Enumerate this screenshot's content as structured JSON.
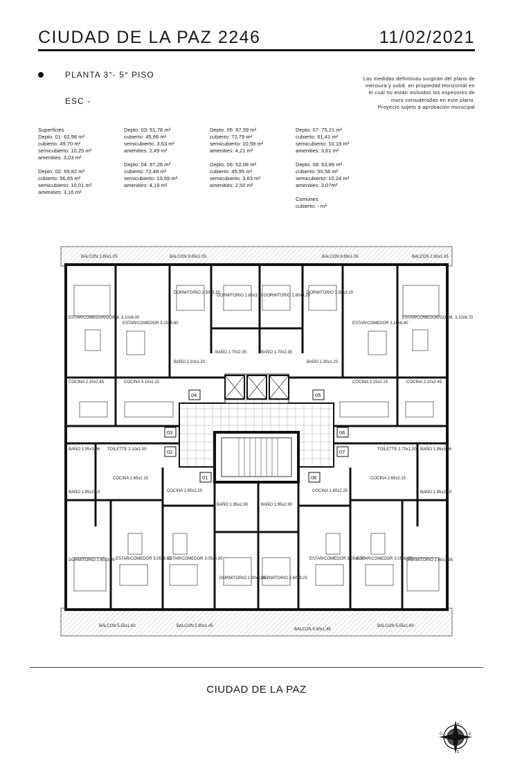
{
  "header": {
    "title": "CIUDAD DE LA PAZ 2246",
    "date": "11/02/2021"
  },
  "planta": "PLANTA 3°- 5° PISO",
  "esc": "ESC -",
  "disclaimer": [
    "Las medidas definitivas surgirán del plano de",
    "mensura y subd. en propiedad Horizontal en",
    "el cual no estan incluidos los espesores de",
    "muro consideradas en este plano.",
    "Proyecto sujeto a aprobación municipal"
  ],
  "superficies": {
    "heading": "Superficies",
    "col1": [
      "Depto. 01: 62,98 m²",
      "cubierto: 49,70 m²",
      "semicubierto: 10,25 m²",
      "amenities: 3,03 m²",
      "",
      "Depto. 02: 69,82 m²",
      "cubierto: 56,65 m²",
      "semicubierto: 10,01 m²",
      "amenities: 3,16 m²"
    ],
    "col2": [
      "Depto. 03: 51,78 m²",
      "cubierto: 45,66 m²",
      "semicubierto: 3,63 m²",
      "amenities: 2,49 m²",
      "",
      "Depto. 04: 87,26 m²",
      "cubierto: 72,48 m²",
      "semicubierto: 10,59 m²",
      "amenities: 4,19 m²"
    ],
    "col3": [
      "Depto. 05: 87,59 m²",
      "cubierto: 72,79 m²",
      "semicubierto: 10,59 m²",
      "amenities: 4,21 m²",
      "",
      "Depto. 06: 52,08 m²",
      "cubierto: 45,95 m²",
      "semicubierto: 3,63 m²",
      "amenities: 2,50 m²"
    ],
    "col4": [
      "Depto. 07: 75,21 m²",
      "cubierto: 61,41 m²",
      "semicubierto: 10,19 m²",
      "amenities: 3,61 m²",
      "",
      "Depto. 08: 63,89 m²",
      "cubierto: 50,58 m²",
      "semicubierto: 10,24 m²",
      "amenities: 3,07m²",
      "",
      "Comunes",
      "cubierto: - m²"
    ]
  },
  "plan": {
    "unit_numbers": [
      "01",
      "02",
      "03",
      "04",
      "05",
      "06",
      "07",
      "08"
    ],
    "top_balconies": [
      "BALCON 2.80x1.05",
      "BALCON 8.65x1.05",
      "BALCON 8.65x1.05",
      "BALCON 2.80x1.05"
    ],
    "bottom_balconies": [
      "BALCON 5.55x1.60",
      "BALCON 5.90x1.45",
      "BALCON 5.90x1.45",
      "BALCON 5.55x1.60"
    ],
    "rooms": [
      "ESTAR/COMEDOR/DORM. 3.10x6.00",
      "ESTAR/COMEDOR 3.15x6.80",
      "DORMITORIO 2.50x3.20",
      "DORMITORIO 2.80x3.20",
      "DORMITORIO 2.80x3.20",
      "DORMITORIO 2.50x3.20",
      "ESTAR/COMEDOR 3.15x6.80",
      "ESTAR/COMEDOR/DORM. 3.10x6.70",
      "BAÑO 2.10x1.20",
      "BAÑO 1.70x2.35",
      "BAÑO 1.70x2.35",
      "BAÑO 2.30x1.20",
      "COCINA 2.10x2.45",
      "COCINA 3.15x2.15",
      "COCINA 3.15x2.15",
      "COCINA 2.10x2.45",
      "BAÑO 1.95x3.06",
      "TOILETTE 2.10x1.00",
      "TOILETTE 2.70x1.00",
      "BAÑO 1.95x3.06",
      "COCINA 2.65x2.15",
      "COCINA 1.85x2.20",
      "COCINA 1.80x2.25",
      "COCINA 2.65x2.15",
      "BAÑO 1.95x2.10",
      "BAÑO 1.95x2.90",
      "BAÑO 1.95x2.90",
      "BAÑO 1.95x2.10",
      "DORMITORIO 2.80x3.95",
      "ESTAR/COMEDOR 3.05x6.55",
      "ESTAR/COMEDOR 3.05x5.90",
      "DORMITORIO 2.80x3.25",
      "DORMITORIO 2.80x3.25",
      "ESTAR/COMEDOR 3.05x5.90",
      "ESTAR/COMEDOR 3.05x6.55",
      "DORMITORIO 2.80x3.95"
    ]
  },
  "footer_title": "CIUDAD DE LA PAZ",
  "compass_letters": [
    "N",
    "S",
    "E",
    "O"
  ]
}
